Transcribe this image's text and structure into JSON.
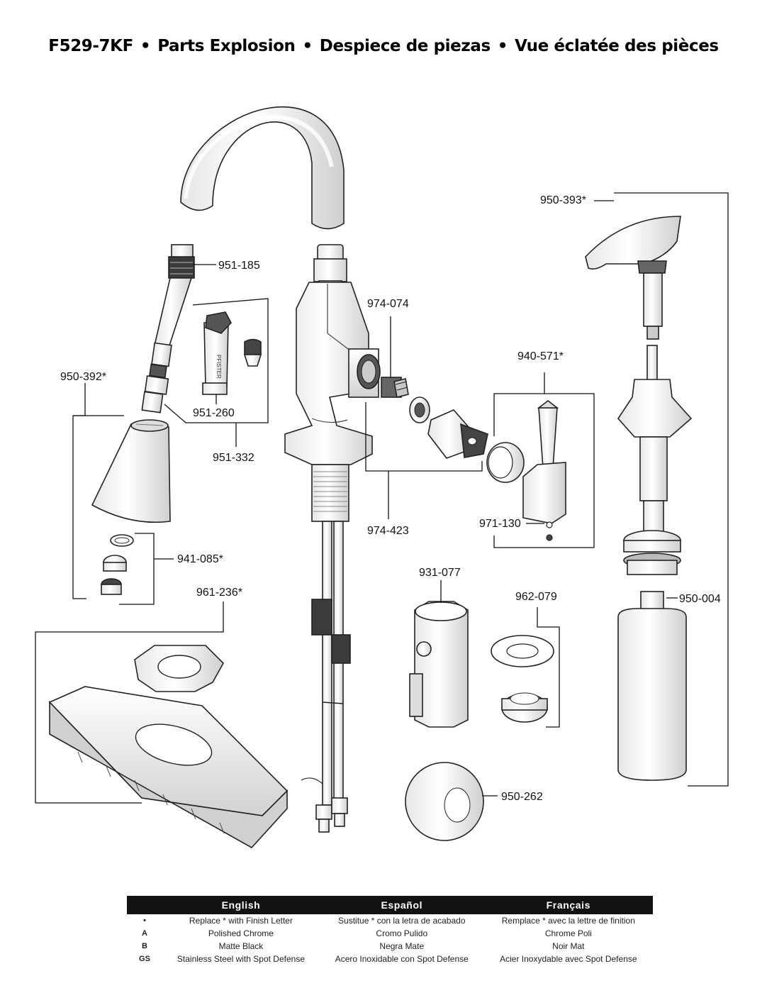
{
  "title": {
    "model": "F529-7KF",
    "separator": "•",
    "english": "Parts Explosion",
    "spanish": "Despiece de piezas",
    "french": "Vue éclatée des pièces"
  },
  "callouts": {
    "p951_185": "951-185",
    "p950_392": "950-392*",
    "p951_260": "951-260",
    "p951_332": "951-332",
    "p974_074": "974-074",
    "p940_571": "940-571*",
    "p950_393": "950-393*",
    "p974_423": "974-423",
    "p971_130": "971-130",
    "p941_085": "941-085*",
    "p961_236": "961-236*",
    "p931_077": "931-077",
    "p962_079": "962-079",
    "p950_004": "950-004",
    "p950_262": "950-262"
  },
  "legend": {
    "headers": [
      "",
      "English",
      "Español",
      "Français"
    ],
    "rows": [
      {
        "code": "•",
        "en": "Replace * with Finish Letter",
        "es": "Sustitue * con la letra de acabado",
        "fr": "Remplace * avec la lettre de finition"
      },
      {
        "code": "A",
        "en": "Polished Chrome",
        "es": "Cromo Pulido",
        "fr": "Chrome Poli"
      },
      {
        "code": "B",
        "en": "Matte Black",
        "es": "Negra Mate",
        "fr": "Noir Mat"
      },
      {
        "code": "GS",
        "en": "Stainless Steel with Spot Defense",
        "es": "Acero Inoxidable con Spot Defense",
        "fr": "Acier Inoxydable avec Spot Defense"
      }
    ]
  },
  "colors": {
    "line": "#222222",
    "fill": "#f4f4f4",
    "shade": "#cfcfcf",
    "legend_header": "#121212"
  }
}
